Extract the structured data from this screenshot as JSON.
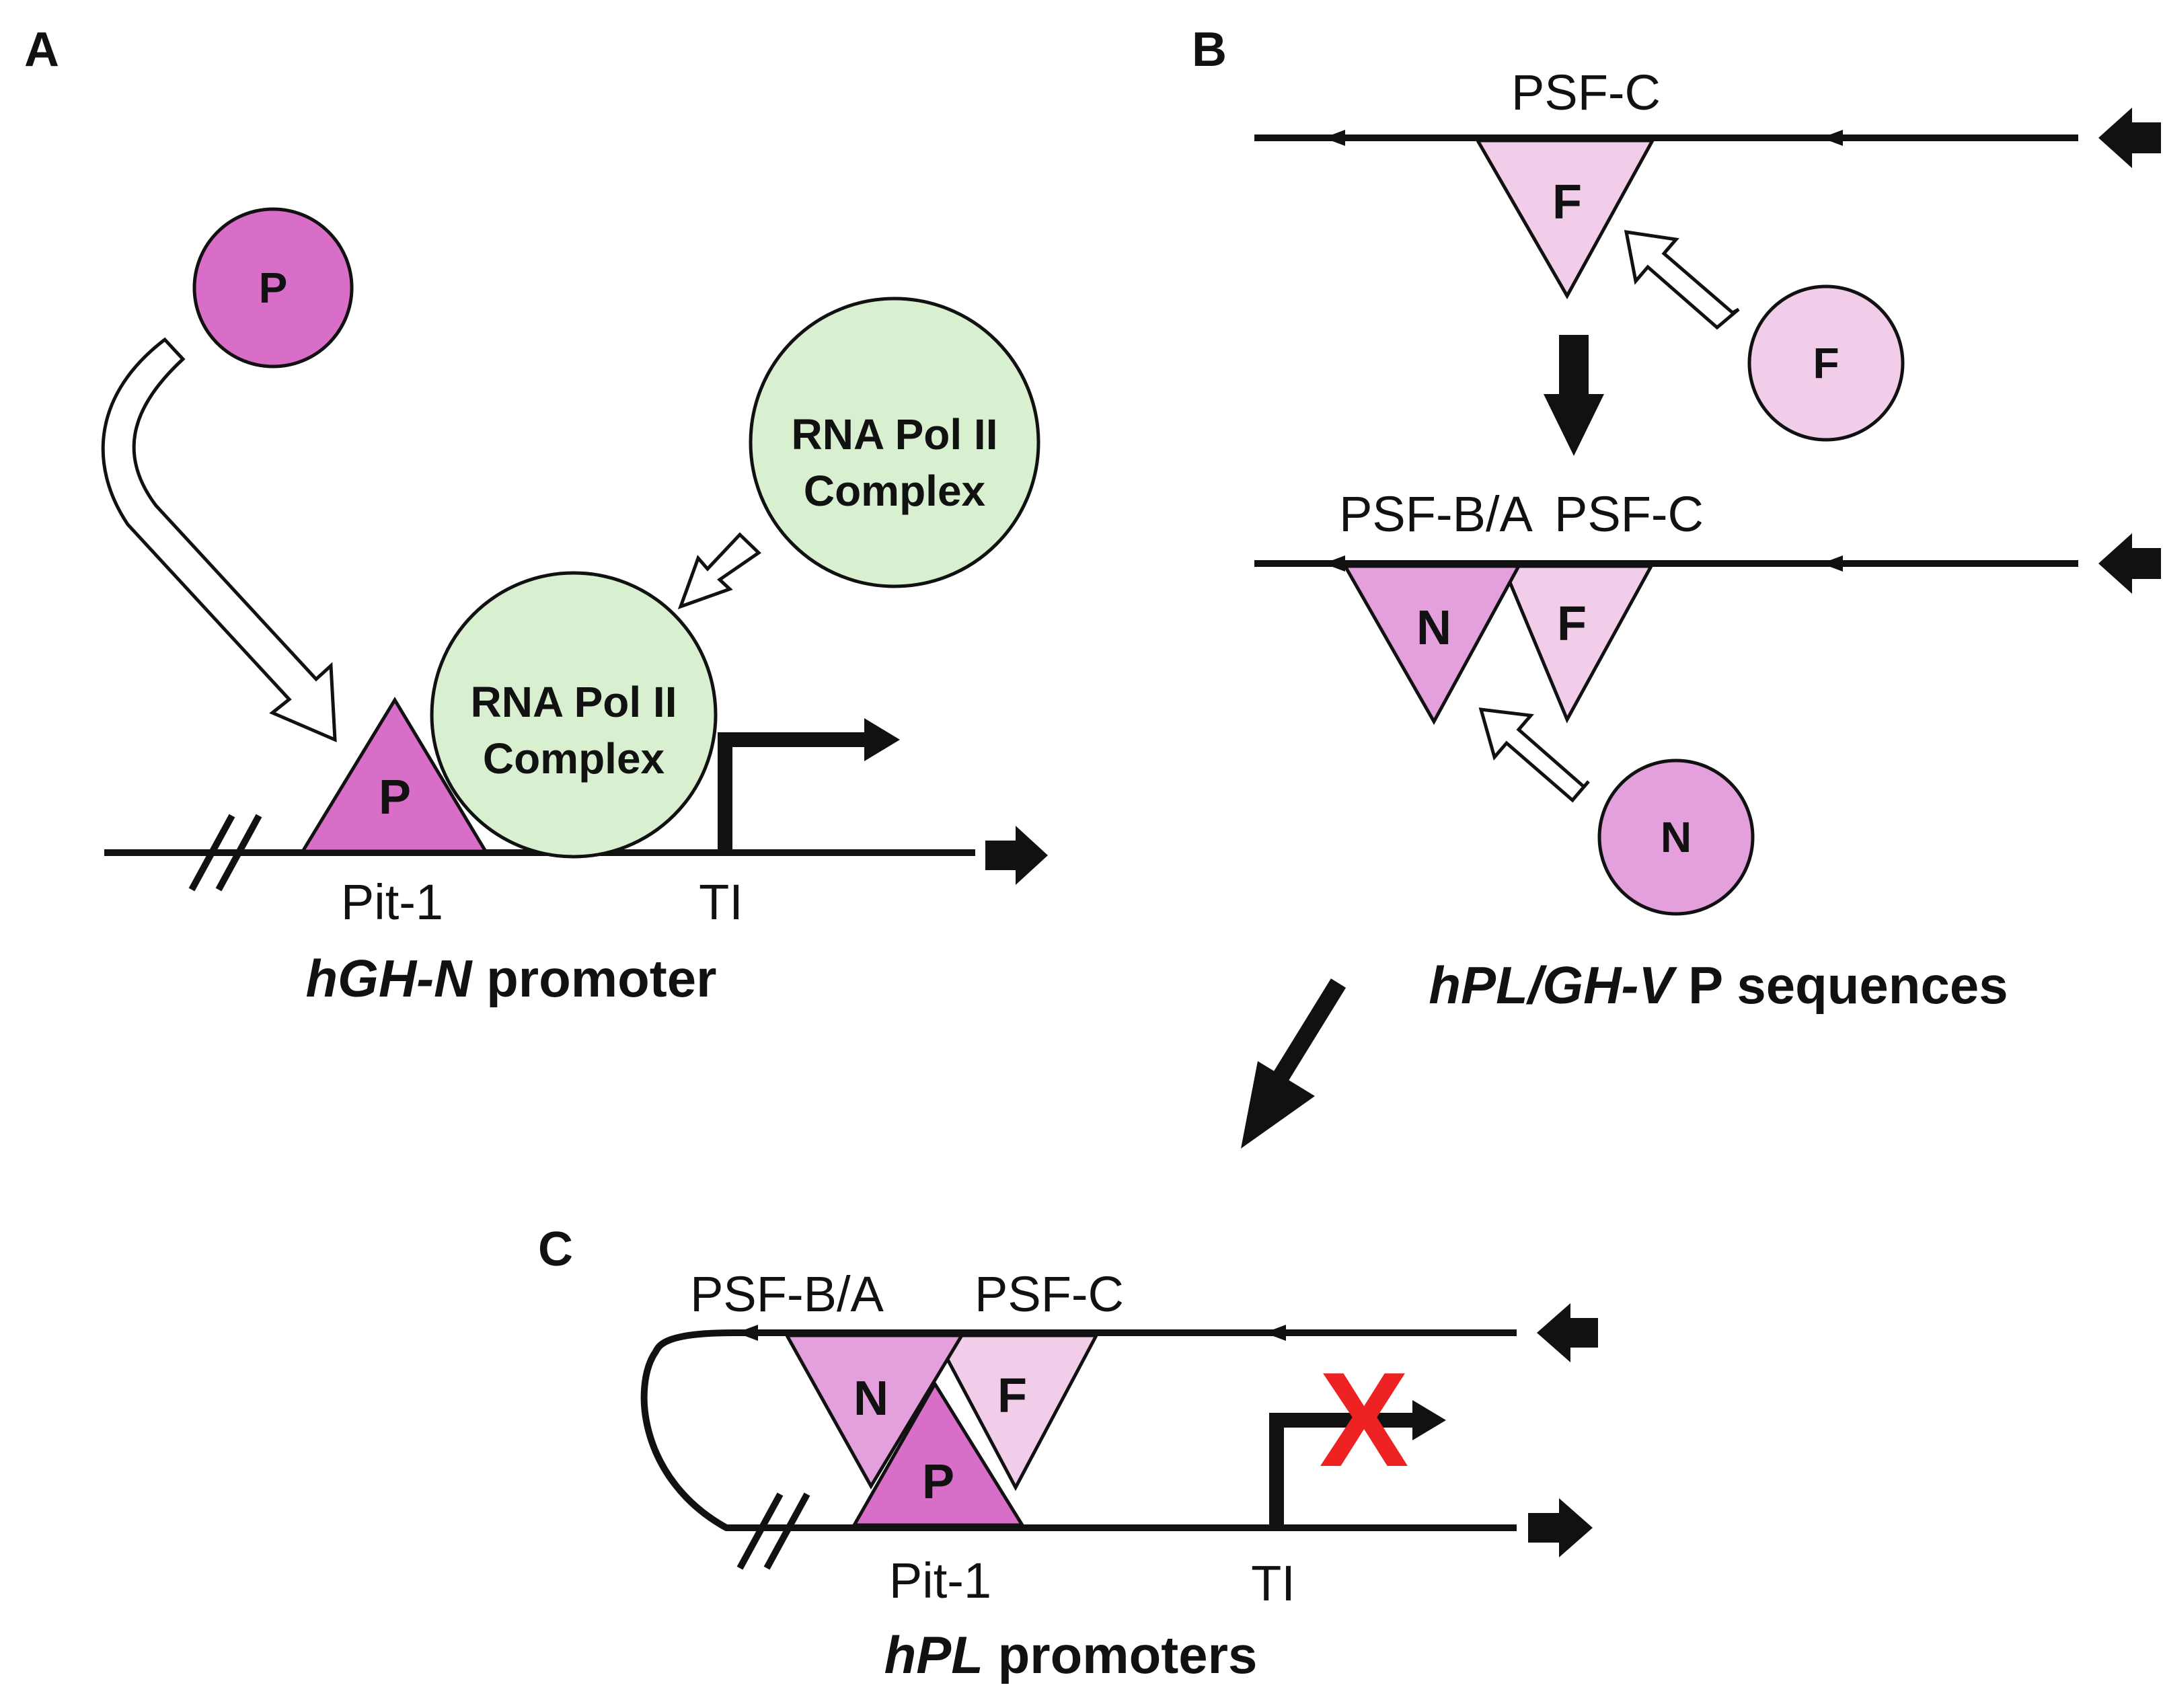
{
  "panels": {
    "a": {
      "letter": "A",
      "free_factor": "P",
      "pol_free_line1": "RNA Pol II",
      "pol_free_line2": "Complex",
      "bound_factor": "P",
      "pol_bound_line1": "RNA Pol II",
      "pol_bound_line2": "Complex",
      "site_label": "Pit-1",
      "ti_label": "TI",
      "caption_italic": "hGH-N",
      "caption_rest": " promoter"
    },
    "b": {
      "letter": "B",
      "top_site": "PSF-C",
      "top_bound": "F",
      "top_free": "F",
      "bottom_site_left": "PSF-B/A",
      "bottom_site_right": "PSF-C",
      "bottom_bound_left": "N",
      "bottom_bound_right": "F",
      "bottom_free": "N",
      "caption_italic": "hPL/GH-V",
      "caption_rest": " P sequences"
    },
    "c": {
      "letter": "C",
      "site_left": "PSF-B/A",
      "site_right": "PSF-C",
      "bound_n": "N",
      "bound_f": "F",
      "bound_p": "P",
      "bottom_site": "Pit-1",
      "ti_label": "TI",
      "blocked_mark": "X",
      "caption_italic": "hPL",
      "caption_rest": " promoters"
    }
  },
  "colors": {
    "pit1_factor": "#d86ec8",
    "psf_ba_factor": "#e4a0dc",
    "psf_c_factor": "#f2cdea",
    "rna_pol_ii": "#d8f0d0",
    "inhibition_mark": "#ee2222",
    "line": "#111111"
  },
  "icons": {
    "binding_arrow": "hollow-arrow-icon",
    "flow_arrow": "solid-arrow-icon",
    "strand_direction": "strand-direction-arrow-icon",
    "transcription_start": "bent-arrow-icon",
    "blocked": "x-mark-icon"
  }
}
